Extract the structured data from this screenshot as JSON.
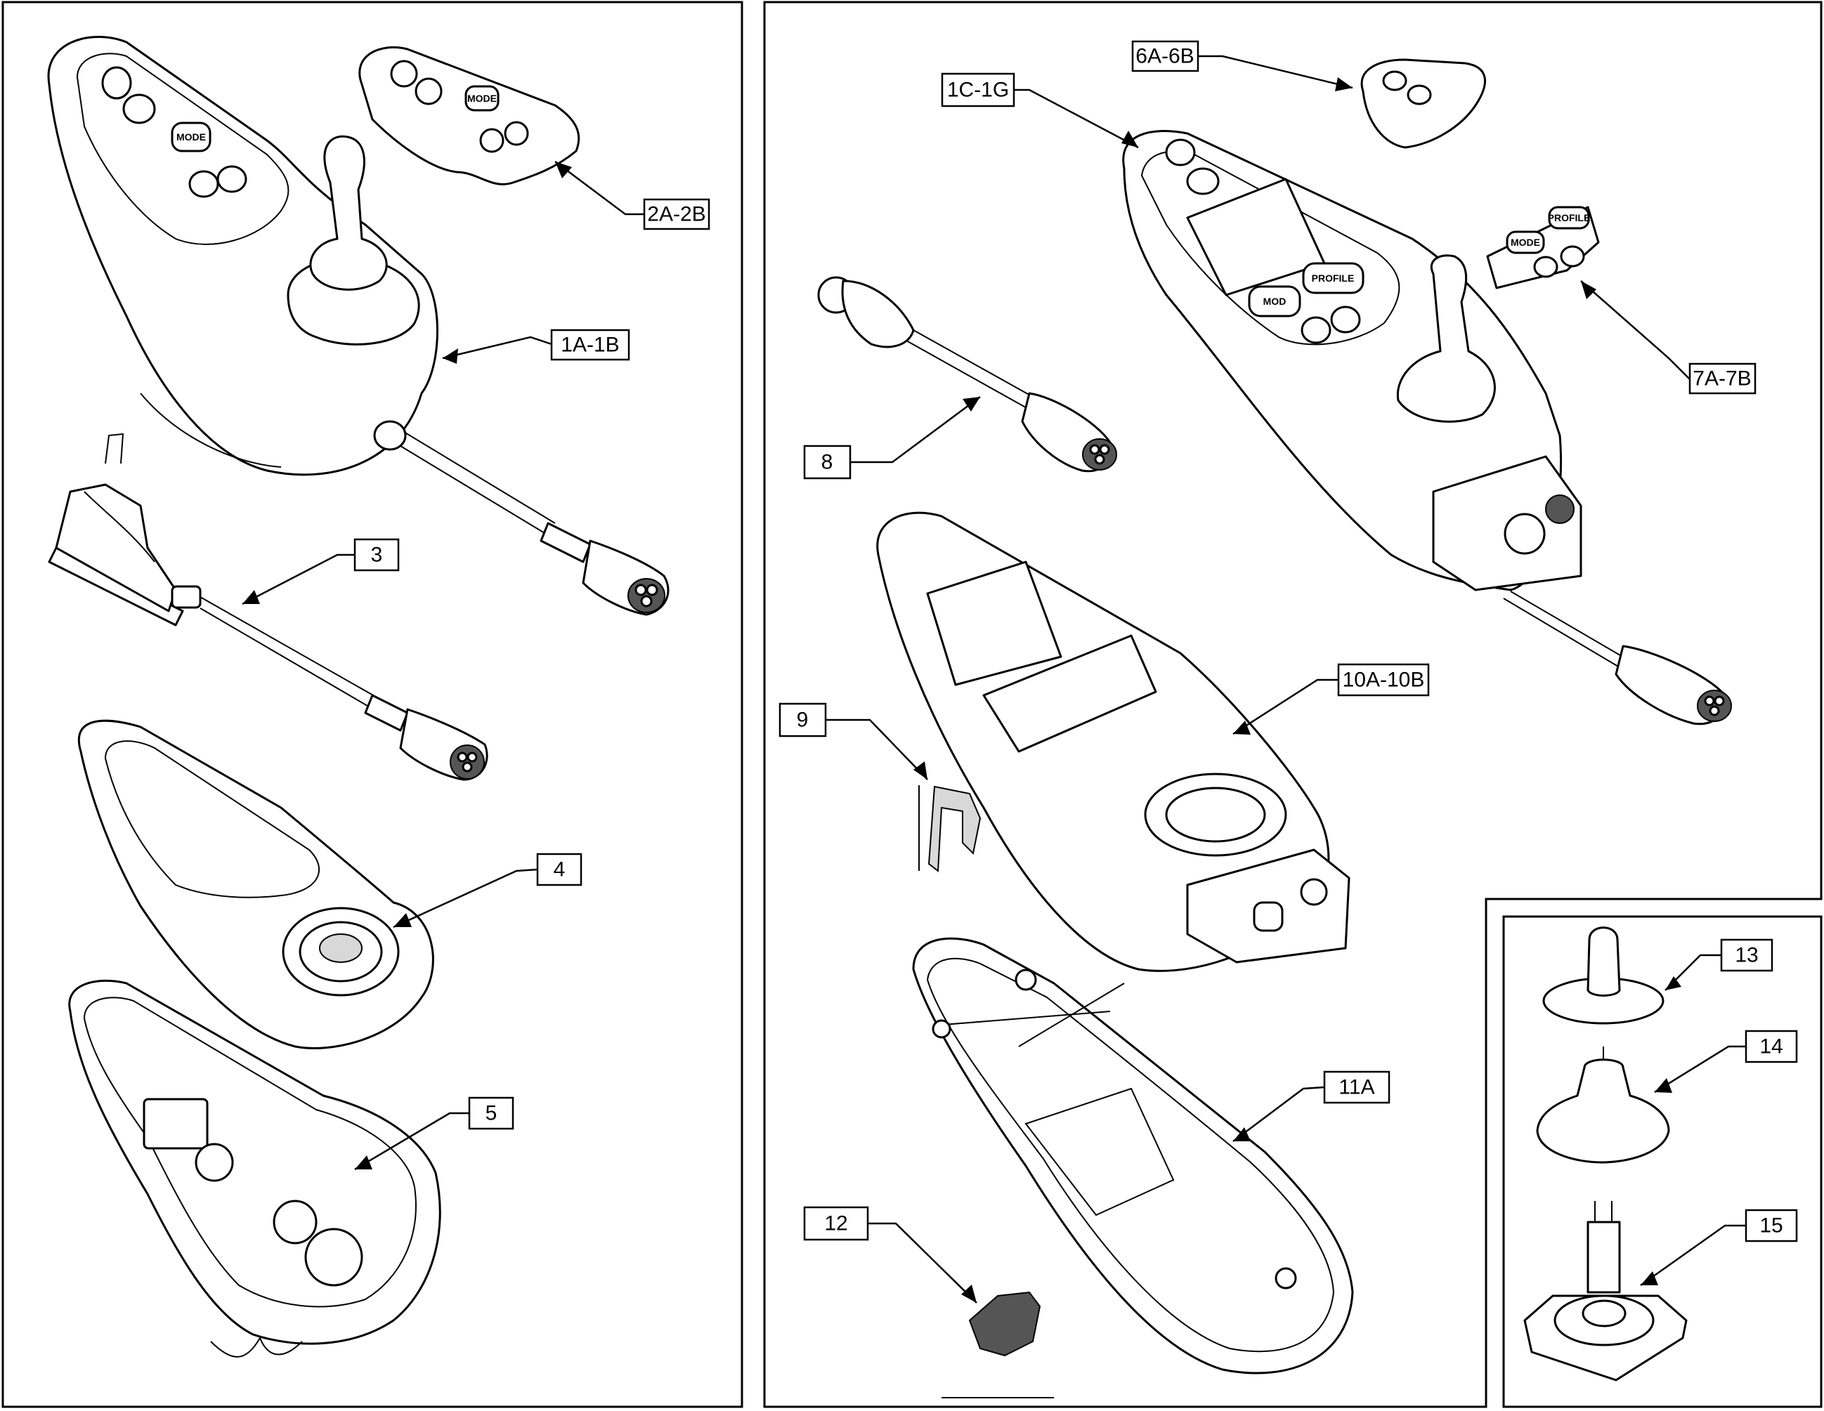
{
  "callouts": {
    "c_1A_1B": "1A-1B",
    "c_2A_2B": "2A-2B",
    "c_3": "3",
    "c_4": "4",
    "c_5": "5",
    "c_6A_6B": "6A-6B",
    "c_1C_1G": "1C-1G",
    "c_7A_7B": "7A-7B",
    "c_8": "8",
    "c_9": "9",
    "c_10A_10B": "10A-10B",
    "c_11A": "11A",
    "c_12": "12",
    "c_13": "13",
    "c_14": "14",
    "c_15": "15"
  },
  "button_labels": {
    "mode": "MODE",
    "mod": "MOD",
    "profile": "PROFILE"
  }
}
